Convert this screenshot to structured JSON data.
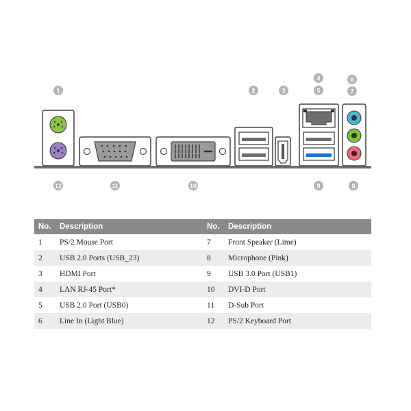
{
  "callouts": {
    "n1": "1",
    "n2": "2",
    "n3": "3",
    "n4": "4",
    "n5": "5",
    "n6": "6",
    "n7": "7",
    "n8": "8",
    "n9": "9",
    "n10": "10",
    "n11": "11",
    "n12": "12"
  },
  "table": {
    "headers": {
      "no": "No.",
      "description": "Description"
    },
    "left_rows": [
      {
        "no": "1",
        "description": "PS/2 Mouse Port"
      },
      {
        "no": "2",
        "description": "USB 2.0 Ports (USB_23)"
      },
      {
        "no": "3",
        "description": "HDMI Port"
      },
      {
        "no": "4",
        "description": "LAN RJ-45 Port*"
      },
      {
        "no": "5",
        "description": "USB 2.0 Port (USB0)"
      },
      {
        "no": "6",
        "description": "Line In (Light Blue)"
      }
    ],
    "right_rows": [
      {
        "no": "7",
        "description": "Front Speaker (Lime)"
      },
      {
        "no": "8",
        "description": "Microphone (Pink)"
      },
      {
        "no": "9",
        "description": "USB 3.0 Port (USB1)"
      },
      {
        "no": "10",
        "description": "DVI-D Port"
      },
      {
        "no": "11",
        "description": "D-Sub Port"
      },
      {
        "no": "12",
        "description": "PS/2 Keyboard Port"
      }
    ]
  },
  "colors": {
    "ps2_mouse": "#8bc34a",
    "ps2_keyboard": "#9c7fc4",
    "line_in": "#4fb3d9",
    "front_speaker": "#7cc243",
    "microphone": "#e86d7d",
    "usb3": "#1e6fd9",
    "callout": "#b3b3b3"
  }
}
